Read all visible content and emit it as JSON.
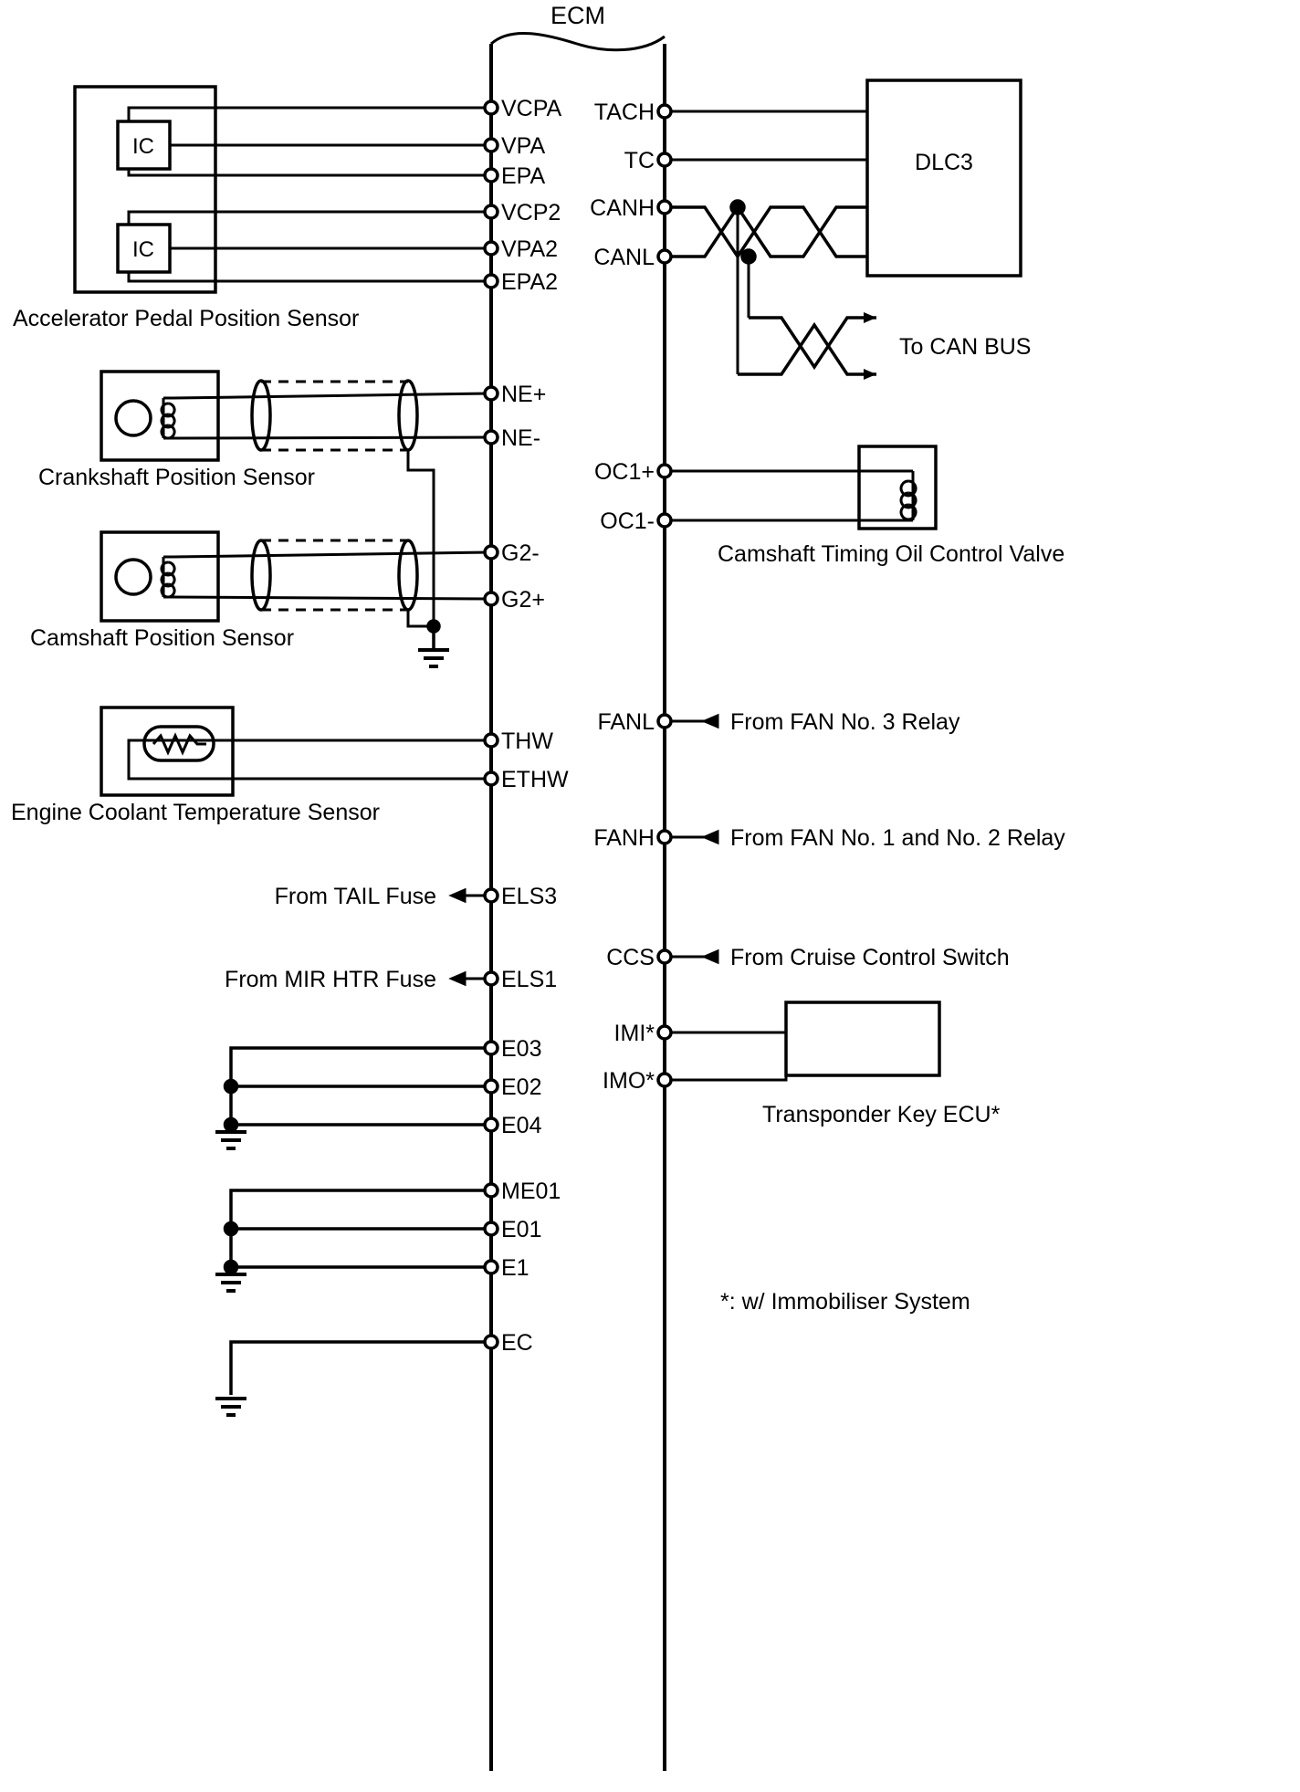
{
  "diagram": {
    "title": "ECM",
    "type": "automotive-wiring-diagram"
  },
  "ecm": {
    "label": "ECM",
    "left_pins": [
      {
        "name": "VCPA"
      },
      {
        "name": "VPA"
      },
      {
        "name": "EPA"
      },
      {
        "name": "VCP2"
      },
      {
        "name": "VPA2"
      },
      {
        "name": "EPA2"
      },
      {
        "name": "NE+"
      },
      {
        "name": "NE-"
      },
      {
        "name": "G2-"
      },
      {
        "name": "G2+"
      },
      {
        "name": "THW"
      },
      {
        "name": "ETHW"
      },
      {
        "name": "ELS3"
      },
      {
        "name": "ELS1"
      },
      {
        "name": "E03"
      },
      {
        "name": "E02"
      },
      {
        "name": "E04"
      },
      {
        "name": "ME01"
      },
      {
        "name": "E01"
      },
      {
        "name": "E1"
      },
      {
        "name": "EC"
      }
    ],
    "right_pins": [
      {
        "name": "TACH"
      },
      {
        "name": "TC"
      },
      {
        "name": "CANH"
      },
      {
        "name": "CANL"
      },
      {
        "name": "OC1+"
      },
      {
        "name": "OC1-"
      },
      {
        "name": "FANL"
      },
      {
        "name": "FANH"
      },
      {
        "name": "CCS"
      },
      {
        "name": "IMI*"
      },
      {
        "name": "IMO*"
      }
    ]
  },
  "components": {
    "accelerator_pedal_position_sensor": {
      "caption": "Accelerator Pedal Position Sensor",
      "ic1_label": "IC",
      "ic2_label": "IC"
    },
    "crankshaft_position_sensor": {
      "caption": "Crankshaft Position Sensor"
    },
    "camshaft_position_sensor": {
      "caption": "Camshaft Position Sensor"
    },
    "engine_coolant_temperature_sensor": {
      "caption": "Engine Coolant Temperature Sensor"
    },
    "dlc3": {
      "caption": "DLC3"
    },
    "camshaft_timing_oil_control_valve": {
      "caption": "Camshaft Timing Oil Control Valve"
    },
    "transponder_key_ecu": {
      "caption": "Transponder Key ECU*"
    }
  },
  "external_sources": {
    "can_bus": "To CAN BUS",
    "fan_no3_relay": "From FAN No. 3 Relay",
    "fan_no1_no2_relay": "From FAN No. 1 and No. 2 Relay",
    "tail_fuse": "From TAIL Fuse",
    "mir_htr_fuse": "From MIR HTR Fuse",
    "cruise_control_switch": "From Cruise Control Switch"
  },
  "footnote": {
    "text": "*: w/ Immobiliser System"
  },
  "colors": {
    "line": "#000000",
    "background": "#ffffff"
  }
}
